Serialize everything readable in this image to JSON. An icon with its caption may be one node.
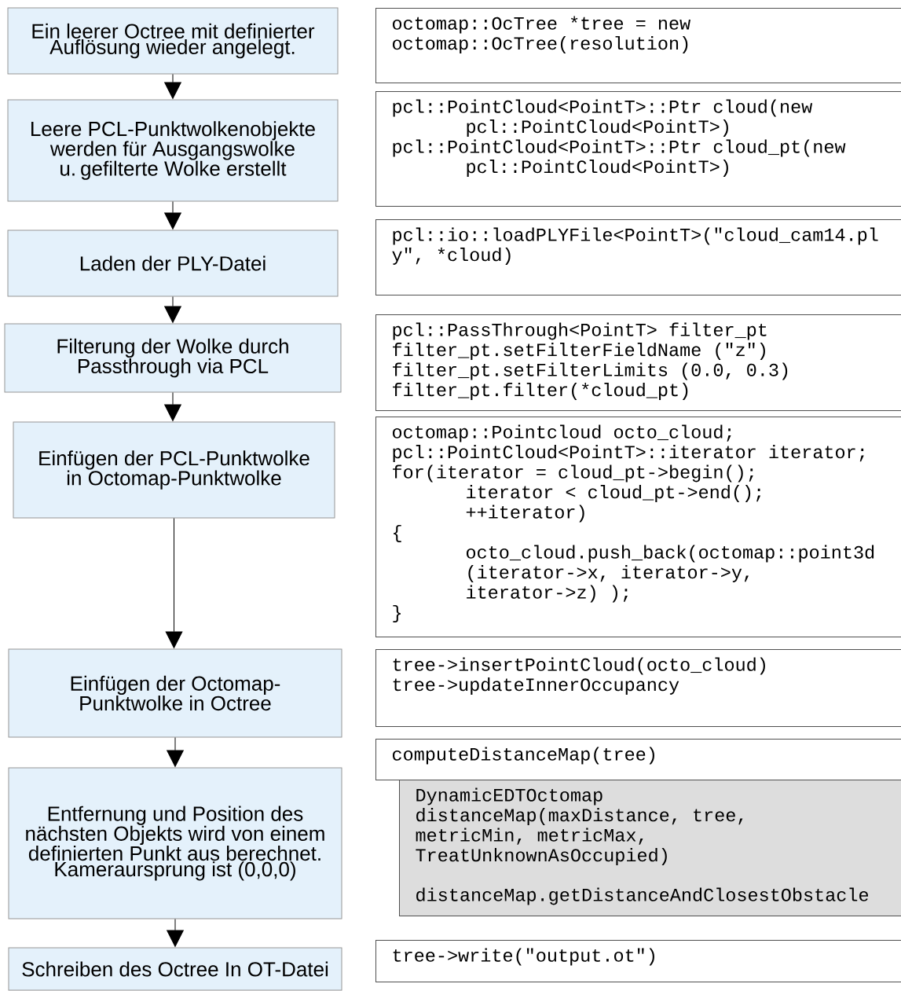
{
  "diagram": {
    "nodes": [
      {
        "text": [
          "Ein leerer Octree mit definierter Auflösung wieder angelegt."
        ]
      },
      {
        "text": [
          "Leere PCL-Punktwolkenobjekte werden für Ausgangswolke u. gefilterte Wolke erstellt"
        ]
      },
      {
        "text": [
          "Laden der PLY-Datei"
        ]
      },
      {
        "text": [
          "Filterung der Wolke durch Passthrough via PCL"
        ]
      },
      {
        "text": [
          "Einfügen der PCL-Punktwolke in Octomap-Punktwolke"
        ]
      },
      {
        "text": [
          "Einfügen der Octomap-Punktwolke in Octree"
        ]
      },
      {
        "text": [
          "Entfernung und Position des nächsten Objekts wird von einem definierten Punkt aus berechnet. Kameraursprung ist (0,0,0)"
        ]
      },
      {
        "text": [
          "Schreiben des Octree In OT-Datei"
        ]
      },
      {
        "text": [
          "octomap::OcTree *tree = new",
          "octomap::OcTree(resolution)"
        ]
      },
      {
        "text": [
          "pcl::PointCloud<PointT>::Ptr cloud(new",
          "pcl::PointCloud<PointT>)",
          "pcl::PointCloud<PointT>::Ptr cloud_pt(new",
          "pcl::PointCloud<PointT>)"
        ]
      },
      {
        "text": [
          "pcl::io::loadPLYFile<PointT>(\"cloud_cam14.pl",
          "y\", *cloud)"
        ]
      },
      {
        "text": [
          "pcl::PassThrough<PointT> filter_pt",
          "filter_pt.setFilterFieldName (\"z\")",
          "filter_pt.setFilterLimits (0.0, 0.3)",
          "filter_pt.filter(*cloud_pt)"
        ]
      },
      {
        "text": [
          "octomap::Pointcloud octo_cloud;",
          "pcl::PointCloud<PointT>::iterator iterator;",
          "for(iterator = cloud_pt->begin();",
          "iterator < cloud_pt->end();",
          "++iterator)",
          "{",
          "octo_cloud.push_back(octomap::point3d",
          "(iterator->x, iterator->y,",
          "iterator->z) );",
          "}"
        ]
      },
      {
        "text": [
          "tree->insertPointCloud(octo_cloud)",
          "tree->updateInnerOccupancy"
        ]
      },
      {
        "text": [
          "computeDistanceMap(tree)"
        ]
      },
      {
        "text": [
          "DynamicEDTOctomap",
          "distanceMap(maxDistance, tree,",
          "metricMin, metricMax,",
          "TreatUnknownAsOccupied)",
          "distanceMap.getDistanceAndClosestObstacle"
        ]
      },
      {
        "text": [
          "tree->write(\"output.ot\")"
        ]
      }
    ],
    "edges": [
      {
        "from": 0,
        "to": 1,
        "arrow": "to"
      },
      {
        "from": 1,
        "to": 2,
        "arrow": "to"
      },
      {
        "from": 2,
        "to": 3,
        "arrow": "to"
      },
      {
        "from": 3,
        "to": 4,
        "arrow": "to"
      },
      {
        "from": 4,
        "to": 5,
        "arrow": "to"
      },
      {
        "from": 5,
        "to": 6,
        "arrow": "to"
      },
      {
        "from": 6,
        "to": 7,
        "arrow": "to"
      }
    ]
  }
}
